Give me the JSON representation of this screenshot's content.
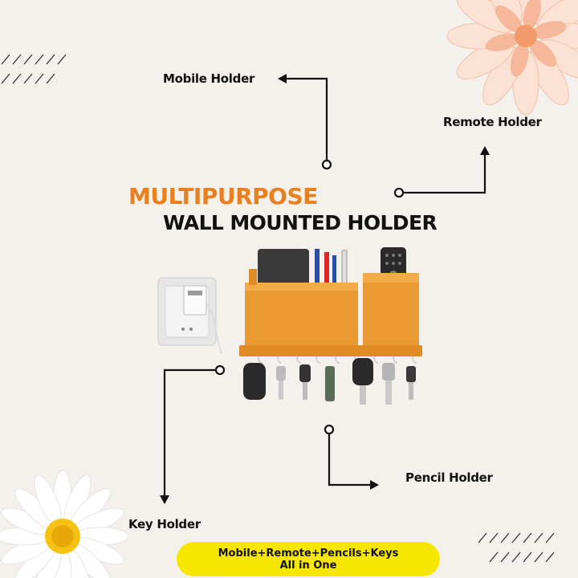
{
  "labels": {
    "mobile": "Mobile Holder",
    "remote": "Remote Holder",
    "pencil": "Pencil Holder",
    "key": "Key Holder"
  },
  "title": {
    "line1": "MULTIPURPOSE",
    "line2": "WALL MOUNTED HOLDER"
  },
  "banner": {
    "line1": "Mobile+Remote+Pencils+Keys",
    "line2": "All in One"
  },
  "colors": {
    "background": "#f4f1ec",
    "accent_orange": "#e8801f",
    "banner_yellow": "#f7e600",
    "holder_orange": "#e99a32"
  },
  "icons": [
    "daisy-flower-icon",
    "dahlia-flower-icon",
    "wall-socket-icon",
    "phone-icon",
    "remote-icon",
    "key-icon"
  ]
}
